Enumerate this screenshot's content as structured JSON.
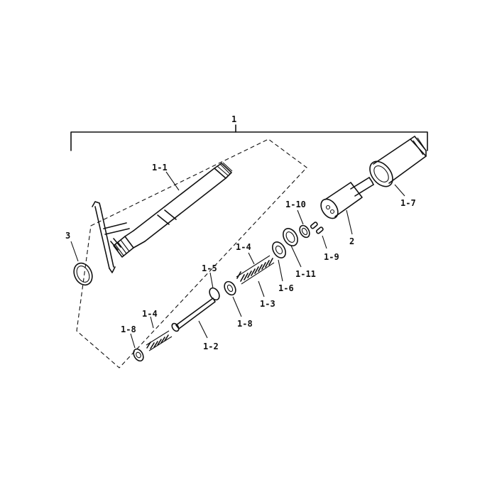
{
  "title": "1",
  "callouts": {
    "c1_1": "1-1",
    "c3": "3",
    "c1_10": "1-10",
    "c2": "2",
    "c1_7": "1-7",
    "c1_9": "1-9",
    "c1_11": "1-11",
    "c1_4a": "1-4",
    "c1_3": "1-3",
    "c1_6": "1-6",
    "c1_5": "1-5",
    "c1_8": "1-8",
    "c1_2": "1-2",
    "c1_4b": "1-4",
    "c1_8b": "1-8"
  }
}
